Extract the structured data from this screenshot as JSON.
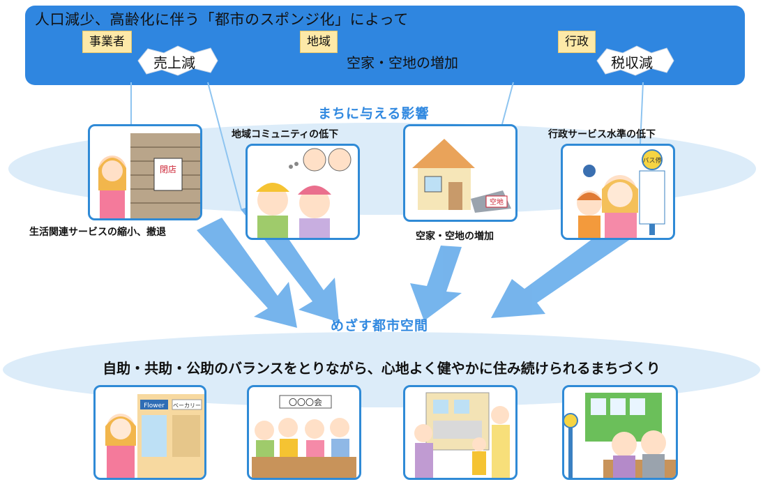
{
  "banner": {
    "title": "人口減少、高齢化に伴う「都市のスポンジ化」によって",
    "groups": [
      {
        "tag": "事業者",
        "effect": "売上減"
      },
      {
        "tag": "地域",
        "effect": "空家・空地の増加"
      },
      {
        "tag": "行政",
        "effect": "税収減"
      }
    ]
  },
  "impact": {
    "heading": "まちに与える影響",
    "captions": [
      "生活関連サービスの縮小、撤退",
      "地域コミュニティの低下",
      "空家・空地の増加",
      "行政サービス水準の低下"
    ],
    "illustration_text": {
      "closed_sign": "閉店",
      "vacant_lot_sign": "空地",
      "bus_stop_sign": "バス停"
    }
  },
  "goal": {
    "heading": "めざす都市空間",
    "slogan": "自助・共助・公助のバランスをとりながら、心地よく健やかに住み続けられるまちづくり",
    "illustration_text": {
      "shop_sign_1": "Flower",
      "shop_sign_2": "ベーカリー",
      "community_banner": "〇〇〇会"
    }
  },
  "colors": {
    "banner": "#2f86e0",
    "tag_bg": "#fde9a8",
    "ellipse": "#dcecf9",
    "arrow": "#6fb1ec",
    "heading": "#3189e0",
    "frame": "#2f8ad6"
  }
}
